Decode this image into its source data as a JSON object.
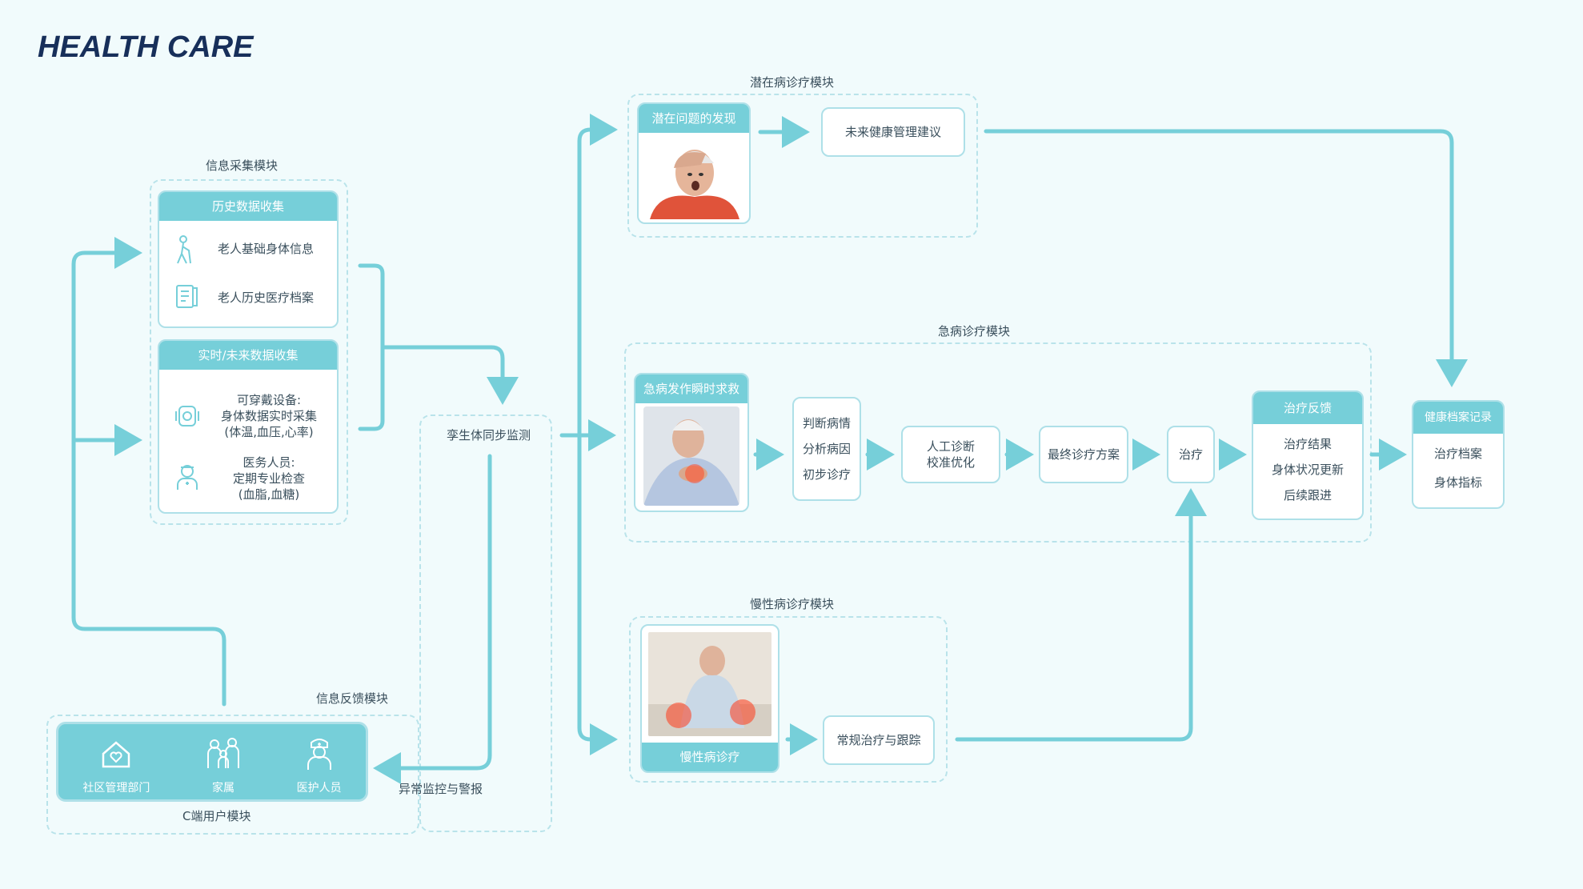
{
  "page_title": "HEALTH CARE",
  "accent_color": "#76cfd9",
  "modules": {
    "info_collection": {
      "label": "信息采集模块",
      "history": {
        "title": "历史数据收集",
        "items": [
          "老人基础身体信息",
          "老人历史医疗档案"
        ]
      },
      "realtime": {
        "title": "实时/未来数据收集",
        "wearable": [
          "可穿戴设备:",
          "身体数据实时采集",
          "(体温,血压,心率)"
        ],
        "medical": [
          "医务人员:",
          "定期专业检查",
          "(血脂,血糖)"
        ]
      }
    },
    "digital_twin": {
      "label": "孪生体同步监测"
    },
    "potential": {
      "label": "潜在病诊疗模块",
      "discovery": "潜在问题的发现",
      "advice": "未来健康管理建议"
    },
    "acute": {
      "label": "急病诊疗模块",
      "rescue": "急病发作瞬时求救",
      "judge": [
        "判断病情",
        "分析病因",
        "初步诊疗"
      ],
      "ai": [
        "人工诊断",
        "校准优化"
      ],
      "plan": "最终诊疗方案",
      "treat": "治疗",
      "feedback": {
        "title": "治疗反馈",
        "items": [
          "治疗结果",
          "身体状况更新",
          "后续跟进"
        ]
      },
      "record": {
        "title": "健康档案记录",
        "items": [
          "治疗档案",
          "身体指标"
        ]
      }
    },
    "chronic": {
      "label": "慢性病诊疗模块",
      "photo_caption": "慢性病诊疗",
      "regular": "常规治疗与跟踪"
    },
    "feedback_module": {
      "label": "信息反馈模块"
    },
    "alarm": {
      "label": "异常监控与警报"
    },
    "c_user": {
      "label": "C端用户模块",
      "users": [
        {
          "label": "社区管理部门",
          "icon": "home-heart-icon"
        },
        {
          "label": "家属",
          "icon": "family-icon"
        },
        {
          "label": "医护人员",
          "icon": "nurse-icon"
        }
      ]
    }
  }
}
